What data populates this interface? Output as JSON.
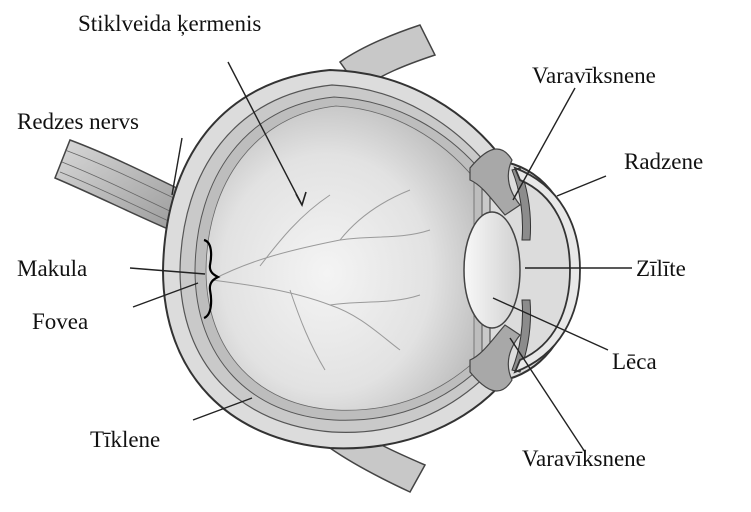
{
  "labels": {
    "vitreous": "Stiklveida ķermenis",
    "iris_top": "Varavīksnene",
    "optic_nerve": "Redzes nervs",
    "cornea": "Radzene",
    "macula": "Makula",
    "pupil": "Zīlīte",
    "fovea": "Fovea",
    "lens": "Lēca",
    "retina": "Tīklene",
    "iris_bottom": "Varavīksnene"
  }
}
